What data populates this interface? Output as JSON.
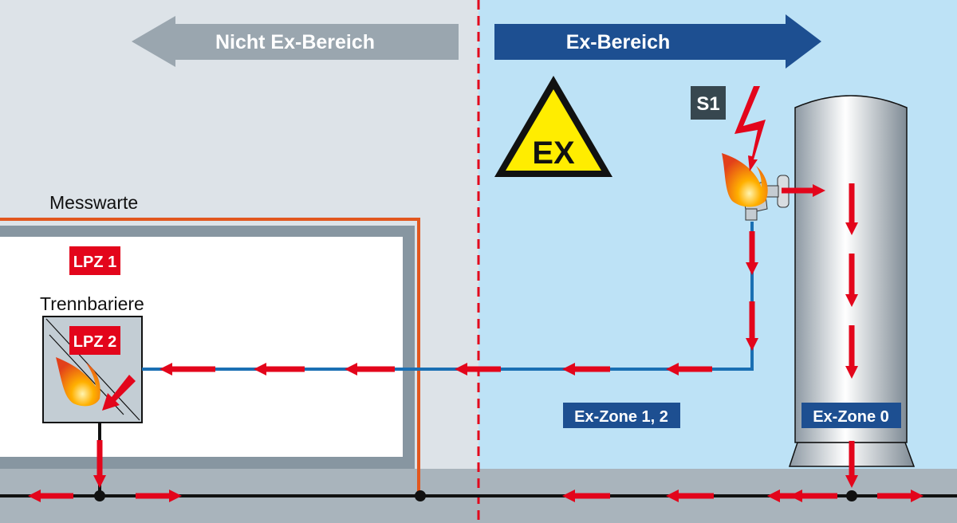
{
  "header": {
    "left_zone_label": "Nicht Ex-Bereich",
    "right_zone_label": "Ex-Bereich"
  },
  "warning_sign": {
    "text": "EX"
  },
  "labels": {
    "control_room": "Messwarte",
    "lpz1": "LPZ 1",
    "isolation_barrier": "Trennbariere",
    "lpz2": "LPZ 2",
    "source": "S1",
    "ex_zone_12": "Ex-Zone 1, 2",
    "ex_zone_0": "Ex-Zone 0"
  },
  "colors": {
    "non_ex_bg": "#dde3e8",
    "ex_bg": "#bde2f6",
    "ground": "#a9b4bc",
    "danger_red": "#e3051b",
    "ex_blue": "#1d4f91",
    "cable_blue": "#1a6fb3",
    "orange": "#e2571e",
    "warning_yellow": "#ffed00"
  }
}
